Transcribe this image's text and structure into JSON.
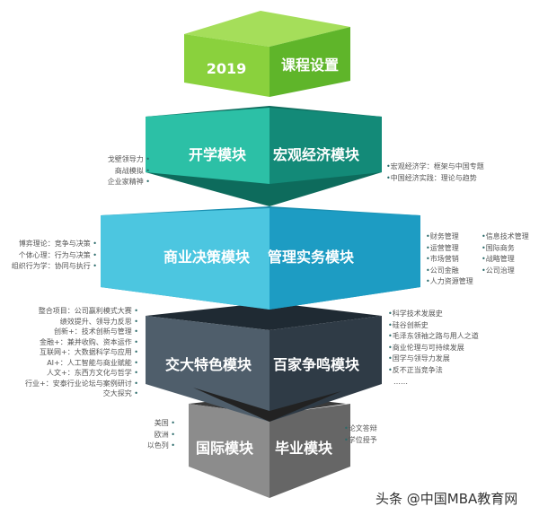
{
  "blocks": [
    {
      "left": "2019",
      "right": "课程设置",
      "color": "#7cc93a"
    },
    {
      "left": "开学模块",
      "right": "宏观经济模块",
      "color": "#1fae93"
    },
    {
      "left": "商业决策模块",
      "right": "管理实务模块",
      "color": "#2cb6d6"
    },
    {
      "left": "交大特色模块",
      "right": "百家争鸣模块",
      "color": "#3d4b58"
    },
    {
      "left": "国际模块",
      "right": "毕业模块",
      "color": "#7a7a7a"
    }
  ],
  "lists": {
    "b2_left": [
      "戈壁领导力",
      "商战模拟",
      "企业家精神"
    ],
    "b2_right": [
      "宏观经济学：框架与中国专题",
      "中国经济实践：理论与趋势"
    ],
    "b3_left": [
      "博弈理论：竞争与决策",
      "个体心理：行为与决策",
      "组织行为学：协同与执行"
    ],
    "b3_right_a": [
      "财务管理",
      "运营管理",
      "市场营销",
      "公司金融",
      "人力资源管理"
    ],
    "b3_right_b": [
      "信息技术管理",
      "国际商务",
      "战略管理",
      "公司治理"
    ],
    "b4_left": [
      "整合项目：公司赢利模式大赛",
      "绩效提升、领导力反思",
      "创新+：技术创新与管理",
      "金融+：兼并收购、资本运作",
      "互联网+：大数据科学与应用",
      "AI+：人工智能与商业赋能",
      "人文+：东西方文化与哲学",
      "行业+：安泰行业论坛与案例研讨",
      "交大探究"
    ],
    "b4_right": [
      "科学技术发展史",
      "硅谷创新史",
      "毛泽东领袖之路与用人之道",
      "商业伦理与可持续发展",
      "国学与领导力发展",
      "反不正当竞争法"
    ],
    "b4_right_more": "……",
    "b5_left": [
      "美国",
      "欧洲",
      "以色列"
    ],
    "b5_right": [
      "论文答辩",
      "学位授予"
    ]
  },
  "watermark": "头条 @中国MBA教育网"
}
